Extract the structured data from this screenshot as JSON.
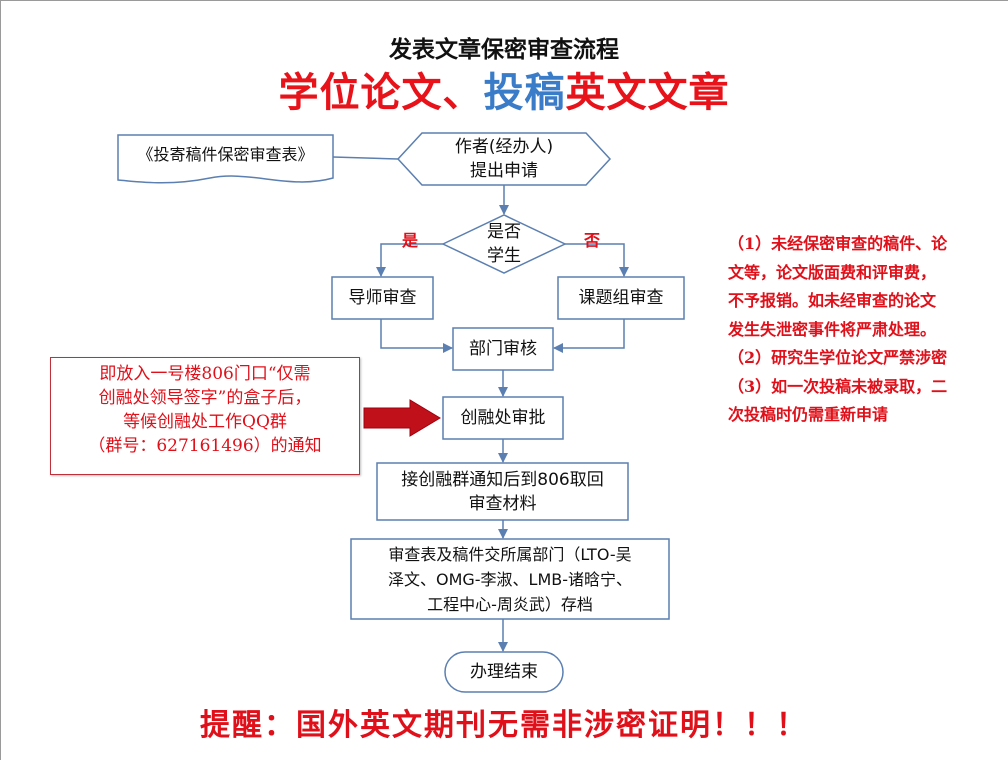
{
  "header": {
    "title": "发表文章保密审查流程",
    "subtitle_part1": "学位论文、",
    "subtitle_part2": "投稿",
    "subtitle_part3": "英文文章"
  },
  "flow": {
    "form_label": "《投寄稿件保密审查表》",
    "start_line1": "作者(经办人)",
    "start_line2": "提出申请",
    "decision_line1": "是否",
    "decision_line2": "学生",
    "yes_label": "是",
    "no_label": "否",
    "advisor_review": "导师审查",
    "group_review": "课题组审查",
    "dept_review": "部门审核",
    "office_approval": "创融处审批",
    "retrieve_line1": "接创融群通知后到806取回",
    "retrieve_line2": "审查材料",
    "archive_line1": "审查表及稿件交所属部门（LTO-吴",
    "archive_line2": "泽文、OMG-李淑、LMB-诸晗宁、",
    "archive_line3": "工程中心-周炎武）存档",
    "end": "办理结束"
  },
  "side_note": {
    "line1": "即放入一号楼806门口“仅需",
    "line2": "创融处领导签字”的盒子后，",
    "line3": "等候创融处工作QQ群",
    "line4": "（群号：627161496）的通知"
  },
  "notes": {
    "n1": "（1）未经保密审查的稿件、论文等，论文版面费和评审费，不予报销。如未经审查的论文发生失泄密事件将严肃处理。",
    "n2": "（2）研究生学位论文严禁涉密",
    "n3": "（3）如一次投稿未被录取，二次投稿时仍需重新申请"
  },
  "footer": {
    "reminder": "提醒：国外英文期刊无需非涉密证明！！！"
  },
  "colors": {
    "node_border": "#5b7fb0",
    "node_fill": "#ffffff",
    "arrow": "#5b7fb0",
    "highlight_red": "#e0101a",
    "big_arrow": "#c0101a",
    "subtitle_blue": "#3a7cc8"
  }
}
